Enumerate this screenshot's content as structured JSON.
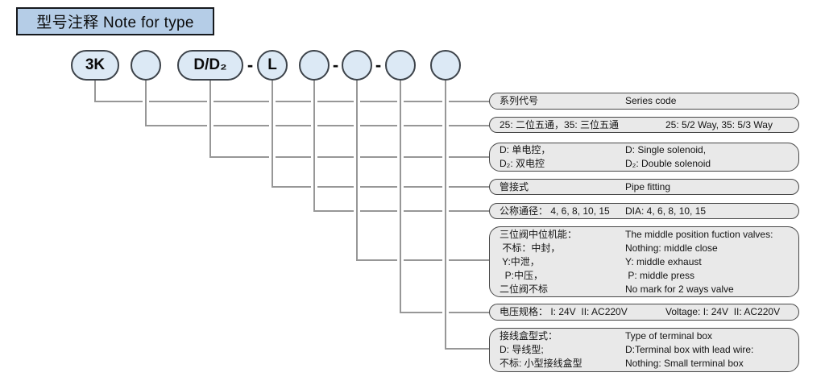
{
  "title": "型号注释 Note for type",
  "code_parts": [
    {
      "label": "3K"
    },
    {
      "label": ""
    },
    {
      "label": "D/D₂"
    },
    {
      "label": "-"
    },
    {
      "label": "L"
    },
    {
      "label": ""
    },
    {
      "label": "-"
    },
    {
      "label": ""
    },
    {
      "label": "-"
    },
    {
      "label": ""
    },
    {
      "label": ""
    }
  ],
  "legend_boxes": [
    {
      "rows": [
        {
          "cn": "系列代号",
          "en": "Series code"
        }
      ]
    },
    {
      "rows": [
        {
          "cn": "25: 二位五通，35: 三位五通",
          "en": "25: 5/2 Way, 35: 5/3 Way"
        }
      ]
    },
    {
      "rows": [
        {
          "cn": "D: 单电控，",
          "en": "D: Single solenoid,"
        },
        {
          "cn": "D₂: 双电控",
          "en": "D₂: Double solenoid"
        }
      ]
    },
    {
      "rows": [
        {
          "cn": "管接式",
          "en": "Pipe fitting"
        }
      ]
    },
    {
      "rows": [
        {
          "cn": "公称通径： 4, 6, 8, 10, 15",
          "en": "DIA: 4, 6, 8, 10, 15"
        }
      ]
    },
    {
      "rows": [
        {
          "cn": "三位阀中位机能：",
          "en": "The middle position fuction valves:"
        },
        {
          "cn": " 不标：中封，",
          "en": "Nothing: middle close"
        },
        {
          "cn": " Y:中泄，",
          "en": "Y: middle exhaust"
        },
        {
          "cn": "  P:中压，",
          "en": " P: middle press"
        },
        {
          "cn": "二位阀不标",
          "en": "No mark for 2 ways valve"
        }
      ]
    },
    {
      "rows": [
        {
          "cn": "电压规格： I: 24V  II: AC220V",
          "en": "Voltage: I: 24V  II: AC220V"
        }
      ]
    },
    {
      "rows": [
        {
          "cn": "接线盒型式：",
          "en": "Type of terminal box"
        },
        {
          "cn": "D: 导线型;",
          "en": "D:Terminal box with lead wire:"
        },
        {
          "cn": "不标: 小型接线盒型",
          "en": "Nothing: Small terminal box"
        }
      ]
    }
  ],
  "colors": {
    "shape_fill": "#dce9f5",
    "shape_stroke": "#3d434a",
    "legend_fill": "#e9e9e9",
    "title_fill": "#b5cde7",
    "connector_line": "#979797"
  }
}
